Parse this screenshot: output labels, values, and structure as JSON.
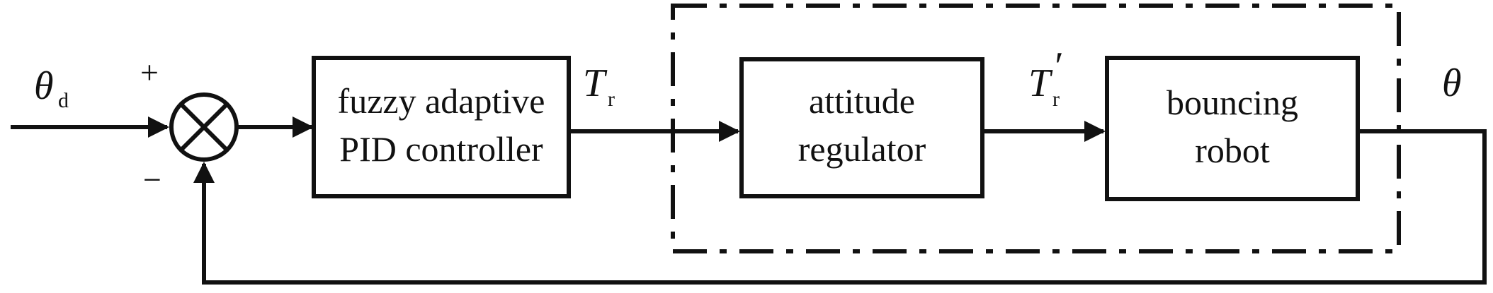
{
  "blocks": {
    "controller": {
      "line1": "fuzzy adaptive",
      "line2": "PID controller"
    },
    "regulator": {
      "line1": "attitude",
      "line2": "regulator"
    },
    "robot": {
      "line1": "bouncing",
      "line2": "robot"
    }
  },
  "signals": {
    "input": {
      "symbol": "θ",
      "subscript": "d"
    },
    "torque": {
      "symbol": "T",
      "subscript": "r"
    },
    "torque_adjusted": {
      "symbol": "T",
      "prime": "′",
      "subscript": "r"
    },
    "output": {
      "symbol": "θ"
    }
  },
  "summing_junction": {
    "plus": "+",
    "minus": "−"
  }
}
